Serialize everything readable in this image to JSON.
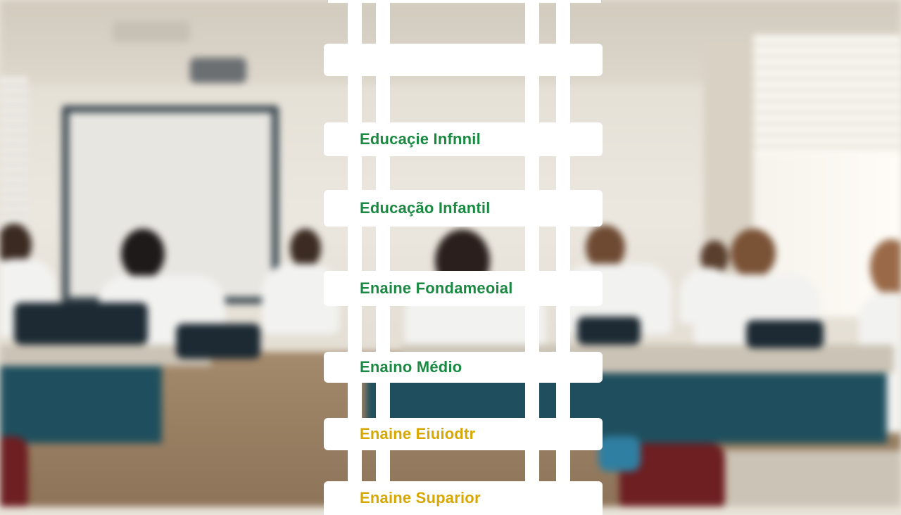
{
  "ladder": {
    "rungs": [
      {
        "label": ""
      },
      {
        "label": "Educaçie Infnnil",
        "color": "#1a8a43"
      },
      {
        "label": "Educação Infantil",
        "color": "#1a8a43"
      },
      {
        "label": "Enaine Fondameoial",
        "color": "#1a8a43"
      },
      {
        "label": "Enaino Médio",
        "color": "#1a8a43"
      },
      {
        "label": "Enaine Eiuiodtr",
        "color": "#d9a800"
      },
      {
        "label": "Enaine Suparior",
        "color": "#d9a800"
      }
    ]
  },
  "colors": {
    "label_green": "#1a8a43",
    "label_yellow": "#d9a800",
    "ladder": "#ffffff"
  }
}
